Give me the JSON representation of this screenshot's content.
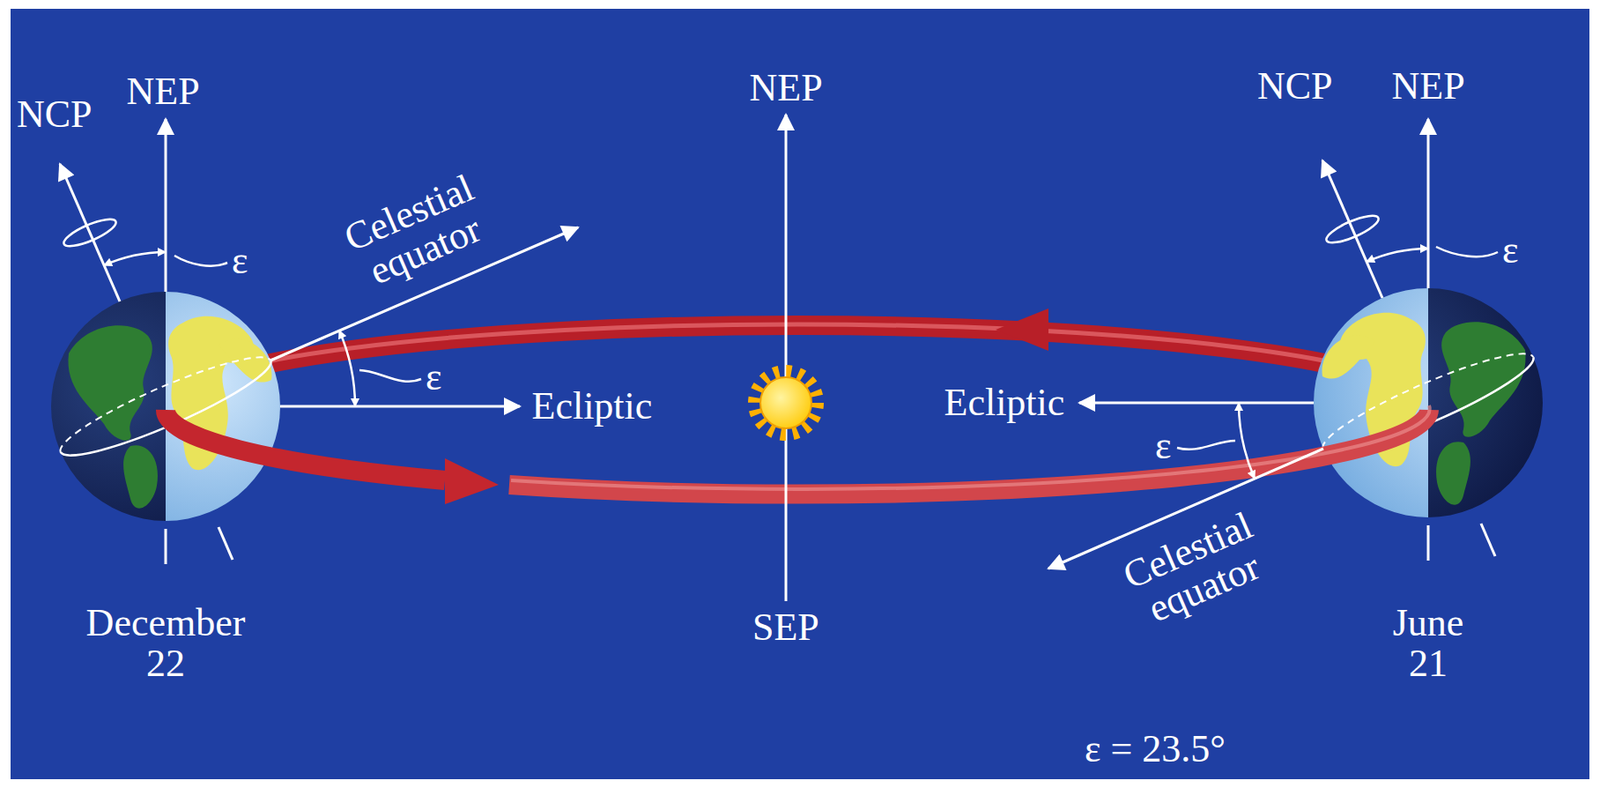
{
  "diagram": {
    "labels": [
      "NCP",
      "NEP",
      "NEP",
      "NCP",
      "NEP",
      "ε",
      "Celestial equator",
      "ε",
      "ε",
      "Ecliptic",
      "Ecliptic",
      "ε",
      "Celestial equator",
      "December 22",
      "SEP",
      "June 21",
      "ε = 23.5°"
    ]
  }
}
